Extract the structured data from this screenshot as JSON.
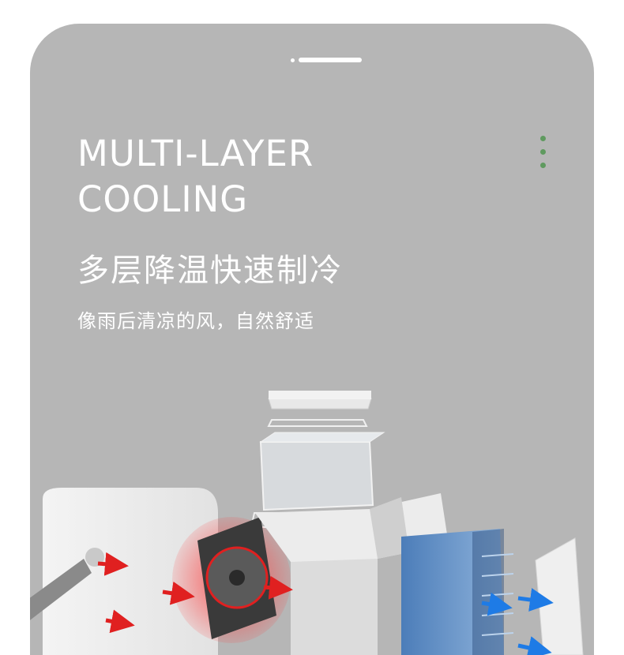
{
  "heading": {
    "line1": "MULTI-LAYER",
    "line2": "COOLING"
  },
  "chinese_title": "多层降温快速制冷",
  "chinese_subtitle": "像雨后清凉的风，自然舒适",
  "colors": {
    "card_background": "#b6b6b6",
    "text": "#ffffff",
    "accent_dots": "#5f9a5f",
    "hot_arrows": "#e02020",
    "cool_arrows": "#1e7be6"
  },
  "icons": {
    "top_handle": "pill-indicator",
    "side_menu": "vertical-ellipsis",
    "product_image": "exploded-air-cooler"
  }
}
